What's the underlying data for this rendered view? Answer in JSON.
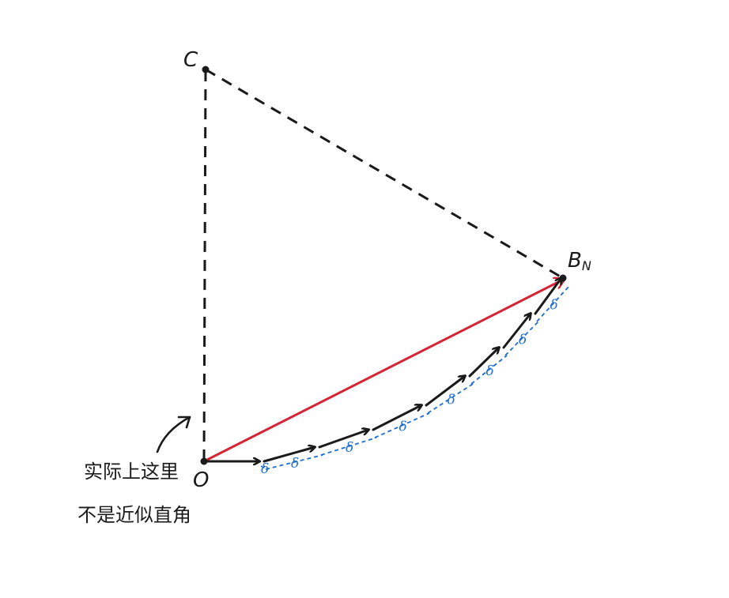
{
  "points": {
    "C": "C",
    "O": "O",
    "B": "B",
    "B_sub": "N"
  },
  "delta_symbol": "δ",
  "delta_count": 8,
  "note_lines": [
    "实际上这里",
    "不是近似直角"
  ],
  "colors": {
    "stroke": "#1a1a1a",
    "chord": "#d62435",
    "delta": "#1f6fd1",
    "background": "#ffffff"
  }
}
